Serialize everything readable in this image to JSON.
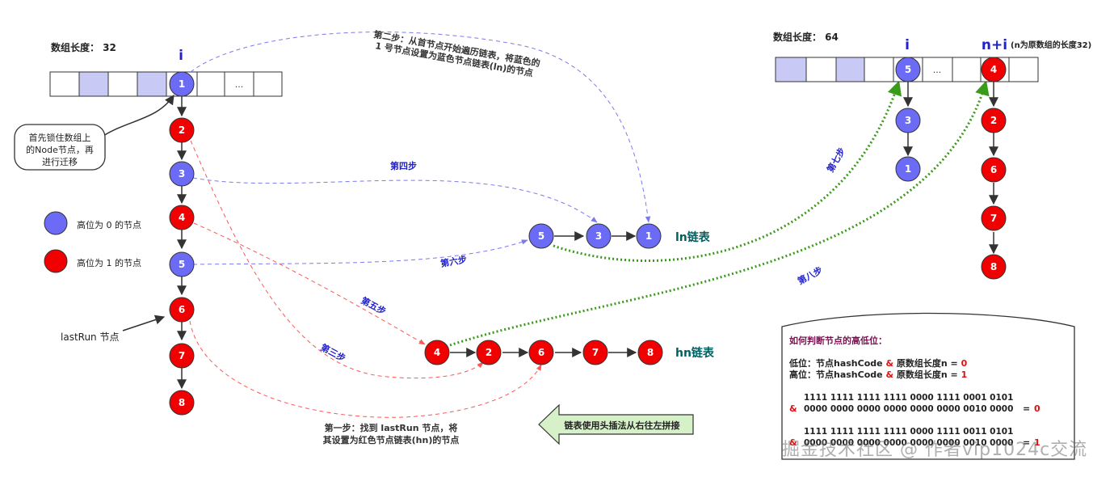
{
  "colors": {
    "blue_node": "#6b6bf5",
    "red_node": "#f00000",
    "blue_link": "#7a7aee",
    "red_link": "#ff5555",
    "green_link": "#3a9a1a",
    "cell_highlight": "#c9c9f5",
    "list_label": "#006060"
  },
  "left_array": {
    "length_label": "数组长度： 32",
    "index_label": "i",
    "cells": [
      "",
      "",
      "",
      "",
      "1",
      "",
      "...",
      ""
    ],
    "chain": [
      "1",
      "2",
      "3",
      "4",
      "5",
      "6",
      "7",
      "8"
    ],
    "chain_colors": [
      "blue",
      "red",
      "blue",
      "red",
      "blue",
      "red",
      "red",
      "red"
    ]
  },
  "lock_note": [
    "首先锁住数组上",
    "的Node节点，再",
    "进行迁移"
  ],
  "legend": {
    "low": "高位为 0 的节点",
    "high": "高位为 1 的节点"
  },
  "last_run_label": "lastRun 节点",
  "ln_list": {
    "nodes": [
      "5",
      "3",
      "1"
    ],
    "label": "ln链表"
  },
  "hn_list": {
    "nodes": [
      "4",
      "2",
      "6",
      "7",
      "8"
    ],
    "label": "hn链表"
  },
  "steps": {
    "step1": [
      "第一步：找到 lastRun 节点，将",
      "其设置为红色节点链表(hn)的节点"
    ],
    "step2": [
      "第二步：从首节点开始遍历链表，将蓝色的",
      "1 号节点设置为蓝色节点链表(ln)的节点"
    ],
    "step3": "第三步",
    "step4": "第四步",
    "step5": "第五步",
    "step6": "第六步",
    "step7": "第七步",
    "step8": "第八步"
  },
  "head_insert_note": "链表使用头插法从右往左拼接",
  "right_array": {
    "length_label": "数组长度： 64",
    "index_i": "i",
    "index_ni": "n+i",
    "ni_note": "(n为原数组的长度32)",
    "cells": [
      "",
      "",
      "",
      "",
      "5",
      "...",
      "",
      "4",
      ""
    ],
    "low_chain": [
      "5",
      "3",
      "1"
    ],
    "high_chain": [
      "4",
      "2",
      "6",
      "7",
      "8"
    ]
  },
  "info_box": {
    "title": "如何判断节点的高低位：",
    "low_prefix": "低位：节点hashCode",
    "high_prefix": "高位：节点hashCode",
    "amp": "&",
    "n_expr": "原数组长度n =",
    "zero": "0",
    "one": "1",
    "bin1_top": "1111 1111 1111 1111 0000 1111 0001 0101",
    "bin1_bottom": "0000 0000 0000 0000 0000 0000 0010 0000",
    "bin2_top": "1111 1111 1111 1111 0000 1111 0011 0101",
    "bin2_bottom": "0000 0000 0000 0000 0000 0000 0010 0000",
    "eq": "=",
    "result0": "0",
    "result1": "1"
  },
  "watermark": "掘金技术社区 @ 作者vip1024c交流"
}
